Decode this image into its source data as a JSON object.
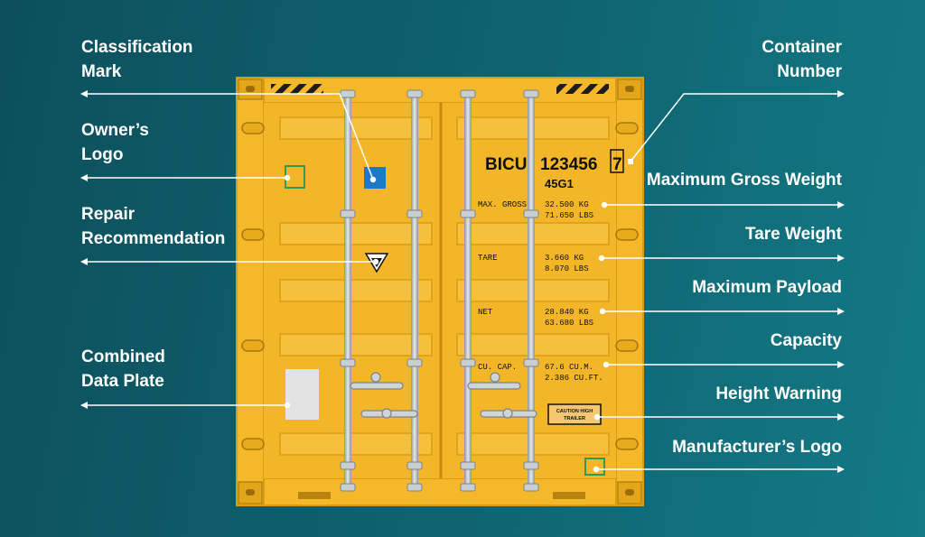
{
  "labels": {
    "classification_mark": "Classification\nMark",
    "owners_logo": "Owner’s\nLogo",
    "repair_recommendation": "Repair\nRecommendation",
    "combined_data_plate": "Combined\nData Plate",
    "container_number": "Container\nNumber",
    "max_gross_weight": "Maximum Gross Weight",
    "tare_weight": "Tare Weight",
    "max_payload": "Maximum Payload",
    "capacity": "Capacity",
    "height_warning": "Height Warning",
    "manufacturers_logo": "Manufacturer’s Logo"
  },
  "container": {
    "owner_code": "BICU",
    "serial": "123456",
    "check_digit": "7",
    "type_code": "45G1",
    "max_gross_label": "MAX. GROSS",
    "max_gross_kg": "32.500 KG",
    "max_gross_lbs": "71.650 LBS",
    "tare_label": "TARE",
    "tare_kg": "3.660 KG",
    "tare_lbs": "8.070 LBS",
    "net_label": "NET",
    "net_kg": "28.840 KG",
    "net_lbs": "63.680 LBS",
    "cucap_label": "CU. CAP.",
    "cucap_m": "67.6 CU.M.",
    "cucap_ft": "2.386 CU.FT.",
    "caution_line1": "CAUTION HIGH",
    "caution_line2": "TRAILER"
  },
  "colors": {
    "background": "#0f6470",
    "container_yellow": "#f5b82a",
    "container_shadow": "#d99c12",
    "classification_blue": "#1e78c8",
    "logo_green": "#2e9a5a"
  }
}
